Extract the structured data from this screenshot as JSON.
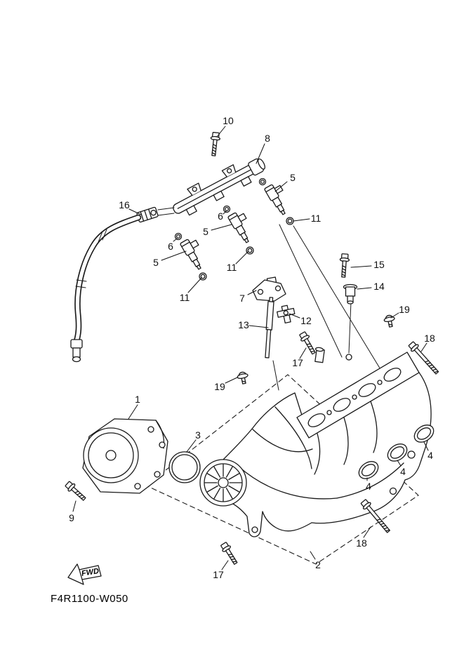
{
  "diagram": {
    "code": "F4R1100-W050",
    "fwd_label": "FWD",
    "colors": {
      "background": "#ffffff",
      "line": "#1a1a1a",
      "text": "#111111"
    },
    "callouts": [
      {
        "label": "10"
      },
      {
        "label": "8"
      },
      {
        "label": "5"
      },
      {
        "label": "16"
      },
      {
        "label": "11"
      },
      {
        "label": "6"
      },
      {
        "label": "5"
      },
      {
        "label": "6"
      },
      {
        "label": "5"
      },
      {
        "label": "11"
      },
      {
        "label": "11"
      },
      {
        "label": "15"
      },
      {
        "label": "14"
      },
      {
        "label": "7"
      },
      {
        "label": "19"
      },
      {
        "label": "13"
      },
      {
        "label": "12"
      },
      {
        "label": "18"
      },
      {
        "label": "17"
      },
      {
        "label": "19"
      },
      {
        "label": "1"
      },
      {
        "label": "3"
      },
      {
        "label": "4"
      },
      {
        "label": "4"
      },
      {
        "label": "4"
      },
      {
        "label": "9"
      },
      {
        "label": "18"
      },
      {
        "label": "2"
      },
      {
        "label": "17"
      }
    ]
  }
}
